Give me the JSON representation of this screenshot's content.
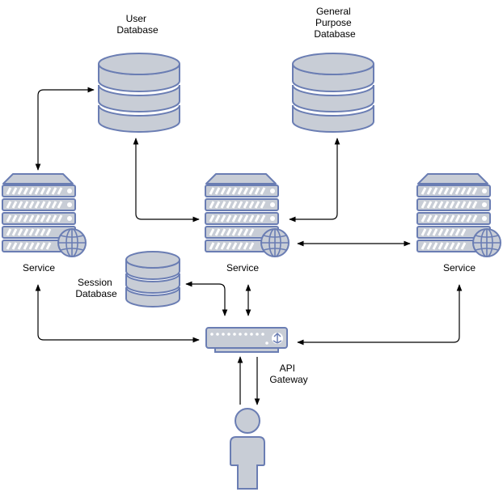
{
  "colors": {
    "fill": "#c8cdd6",
    "stroke": "#6a7db3",
    "line": "#000000",
    "background": "#ffffff"
  },
  "labels": {
    "user_db": [
      "User",
      "Database"
    ],
    "general_db": [
      "General",
      "Purpose",
      "Database"
    ],
    "session_db": [
      "Session",
      "Database"
    ],
    "service_left": "Service",
    "service_center": "Service",
    "service_right": "Service",
    "api_gateway": [
      "API",
      "Gateway"
    ]
  },
  "icons": {
    "user_db": "database-icon",
    "general_db": "database-icon",
    "session_db": "database-icon",
    "services": "web-server-icon",
    "api_gateway": "network-switch-icon",
    "client": "user-icon"
  }
}
